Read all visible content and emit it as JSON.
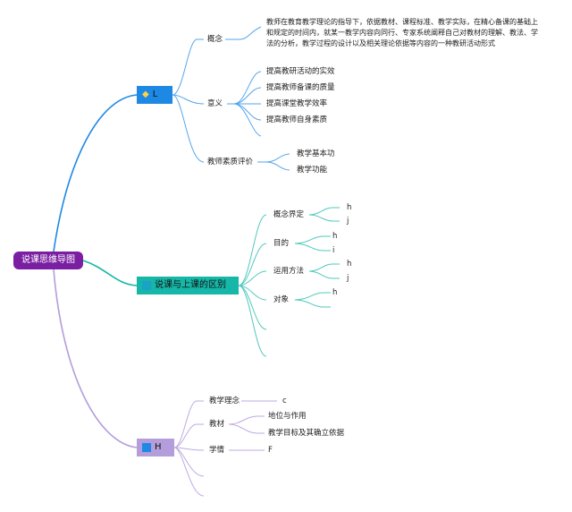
{
  "root": {
    "label": "说课思维导图"
  },
  "branch1": {
    "title": "L",
    "concept": {
      "label": "概念",
      "description": "教师在教育教学理论的指导下，依据教材、课程标准、教学实际，在精心备课的基础上和规定的时间内，就某一教学内容向同行、专家系统阐释自己对教材的理解、教法、学法的分析，教学过程的设计以及相关理论依据等内容的一种教研活动形式"
    },
    "meaning": {
      "label": "意义",
      "items": [
        "提高教研活动的实效",
        "提高教师备课的质量",
        "提高课堂教学效率",
        "提高教师自身素质"
      ]
    },
    "evaluation": {
      "label": "教师素质评价",
      "items": [
        "教学基本功",
        "教学功能"
      ]
    }
  },
  "branch2": {
    "title": "说课与上课的区别",
    "items": [
      {
        "label": "概念界定",
        "children": [
          "h",
          "j"
        ]
      },
      {
        "label": "目的",
        "children": [
          "h",
          "i"
        ]
      },
      {
        "label": "运用方法",
        "children": [
          "h",
          "j"
        ]
      },
      {
        "label": "对象",
        "children": [
          "h"
        ]
      }
    ]
  },
  "branch3": {
    "title": "H",
    "items": [
      {
        "label": "教学理念",
        "children": [
          "c"
        ]
      },
      {
        "label": "教材",
        "children": [
          "地位与作用",
          "教学目标及其确立依据"
        ]
      },
      {
        "label": "学情",
        "children": [
          "F"
        ]
      }
    ]
  },
  "colors": {
    "root": "#7b1fa2",
    "branch1": "#1e88e5",
    "branch2": "#16b7a8",
    "branch3": "#b39ddb"
  }
}
